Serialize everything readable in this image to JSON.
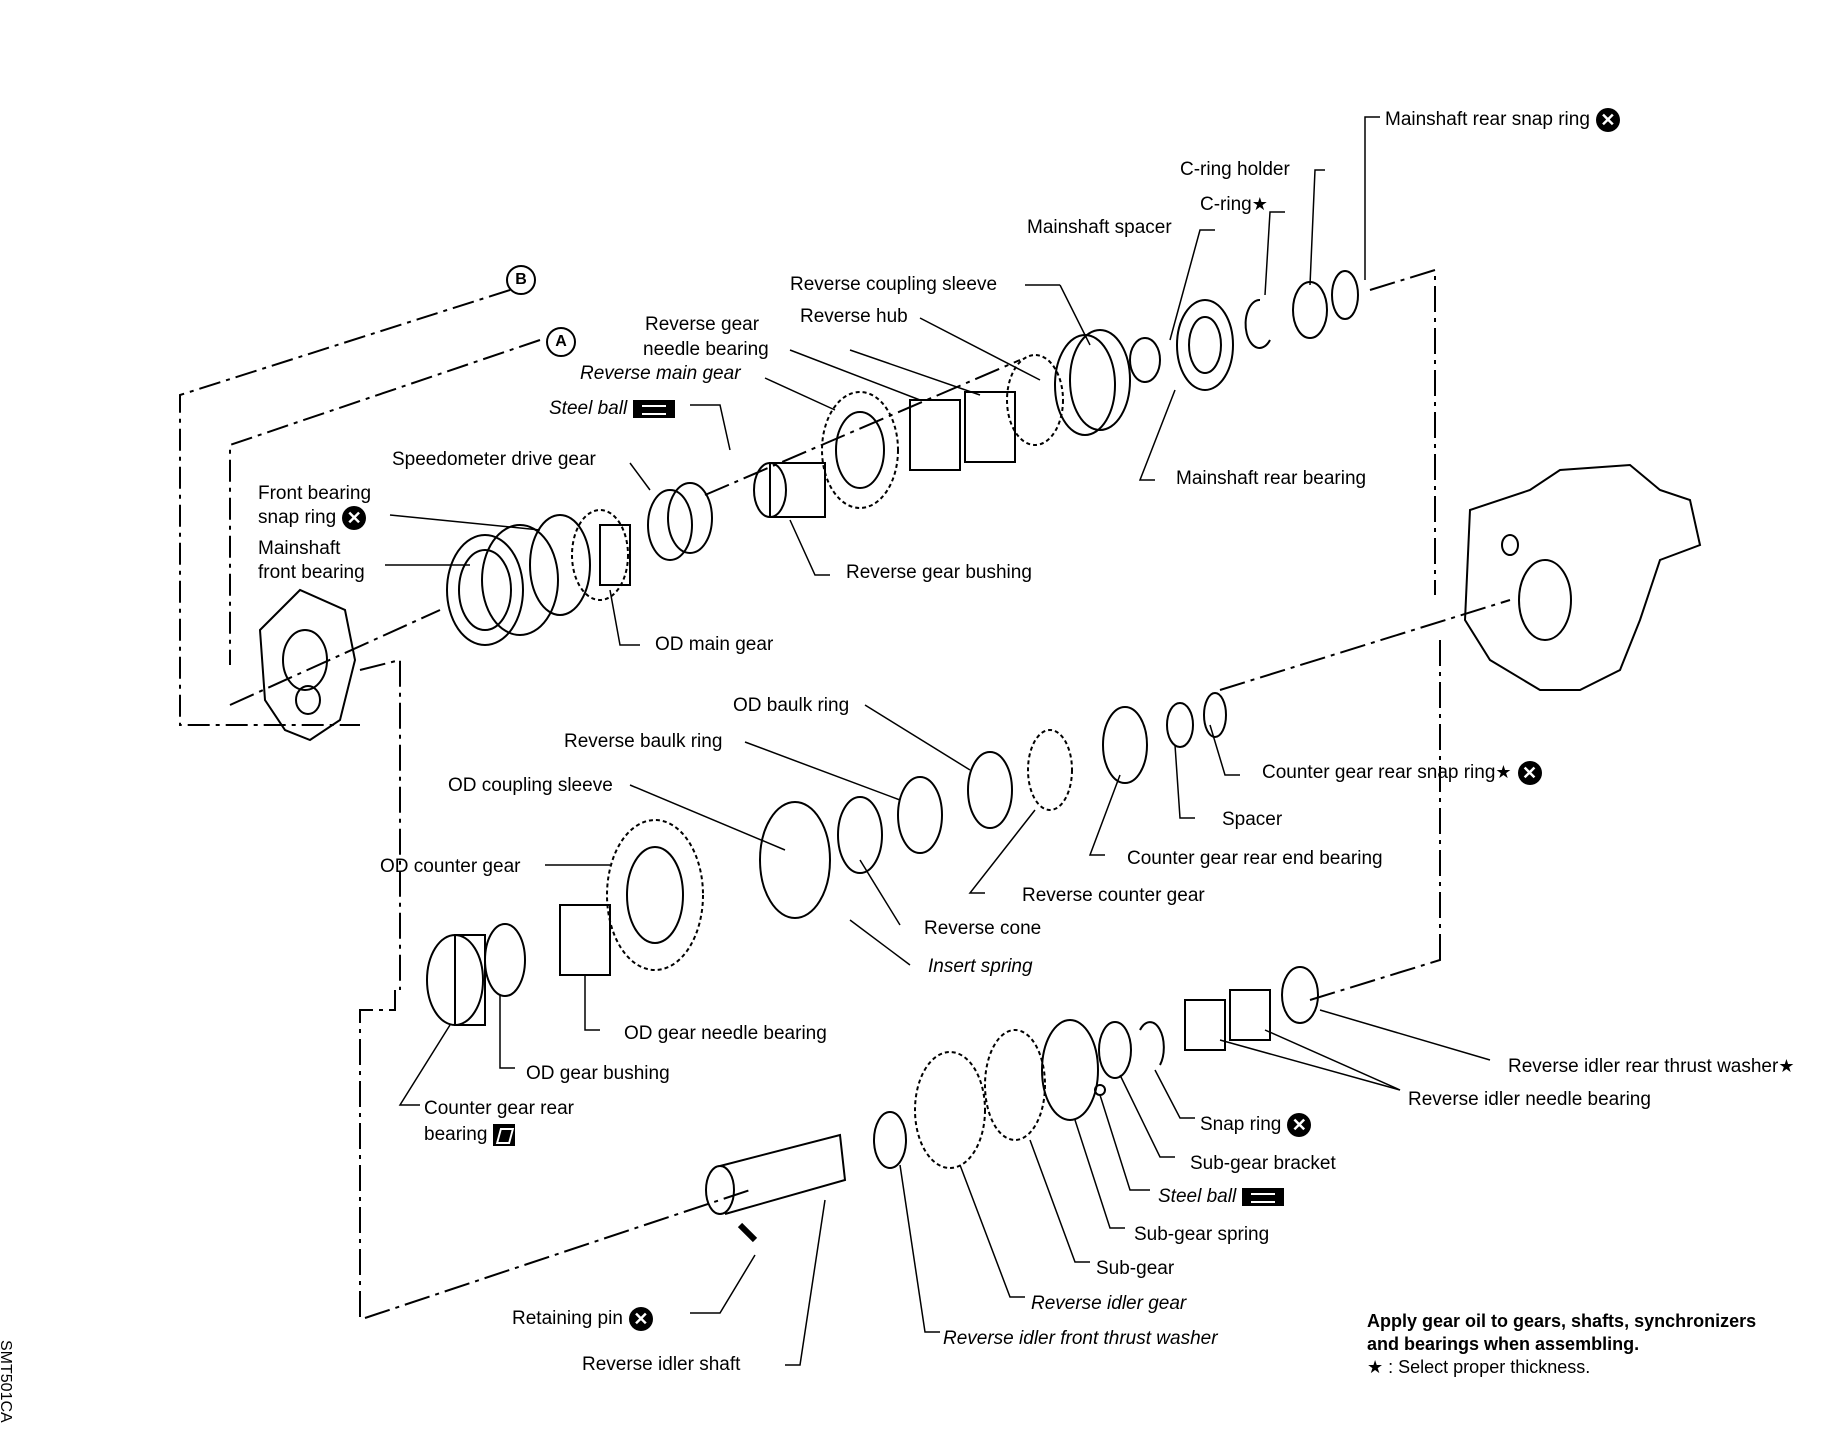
{
  "labels": {
    "mainshaft_rear_snap_ring": "Mainshaft rear snap ring",
    "c_ring_holder": "C-ring holder",
    "c_ring": "C-ring",
    "mainshaft_spacer": "Mainshaft spacer",
    "reverse_coupling_sleeve": "Reverse coupling sleeve",
    "reverse_hub": "Reverse hub",
    "reverse_gear_needle_bearing_1": "Reverse gear",
    "reverse_gear_needle_bearing_2": "needle bearing",
    "reverse_main_gear": "Reverse main gear",
    "steel_ball_top": "Steel ball",
    "speedometer_drive_gear": "Speedometer drive gear",
    "front_bearing_snap_ring_1": "Front bearing",
    "front_bearing_snap_ring_2": "snap ring",
    "mainshaft_front_bearing_1": "Mainshaft",
    "mainshaft_front_bearing_2": "front bearing",
    "mainshaft_rear_bearing": "Mainshaft rear bearing",
    "reverse_gear_bushing": "Reverse gear bushing",
    "od_main_gear": "OD main gear",
    "od_baulk_ring": "OD baulk ring",
    "reverse_baulk_ring": "Reverse baulk ring",
    "od_coupling_sleeve": "OD coupling sleeve",
    "od_counter_gear": "OD counter gear",
    "counter_gear_rear_snap_ring": "Counter gear rear snap ring",
    "spacer": "Spacer",
    "counter_gear_rear_end_bearing": "Counter gear rear end bearing",
    "reverse_counter_gear": "Reverse counter gear",
    "reverse_cone": "Reverse cone",
    "insert_spring": "Insert spring",
    "od_gear_needle_bearing": "OD gear needle bearing",
    "od_gear_bushing": "OD gear bushing",
    "counter_gear_rear_bearing_1": "Counter gear rear",
    "counter_gear_rear_bearing_2": "bearing",
    "reverse_idler_rear_thrust_washer": "Reverse idler rear thrust washer",
    "reverse_idler_needle_bearing": "Reverse idler needle bearing",
    "snap_ring": "Snap ring",
    "sub_gear_bracket": "Sub-gear bracket",
    "steel_ball_bottom": "Steel ball",
    "sub_gear_spring": "Sub-gear spring",
    "sub_gear": "Sub-gear",
    "reverse_idler_gear": "Reverse idler gear",
    "reverse_idler_front_thrust_washer": "Reverse idler front thrust washer",
    "retaining_pin": "Retaining pin",
    "reverse_idler_shaft": "Reverse idler shaft"
  },
  "markers": {
    "a": "A",
    "b": "B"
  },
  "symbols": {
    "replace": "✕",
    "star": "★"
  },
  "note": {
    "line1": "Apply gear oil to gears, shafts, synchronizers",
    "line2": "and bearings when assembling.",
    "line3_star": "★",
    "line3_text": " : Select proper thickness."
  },
  "figure_code": "SMT501CA"
}
